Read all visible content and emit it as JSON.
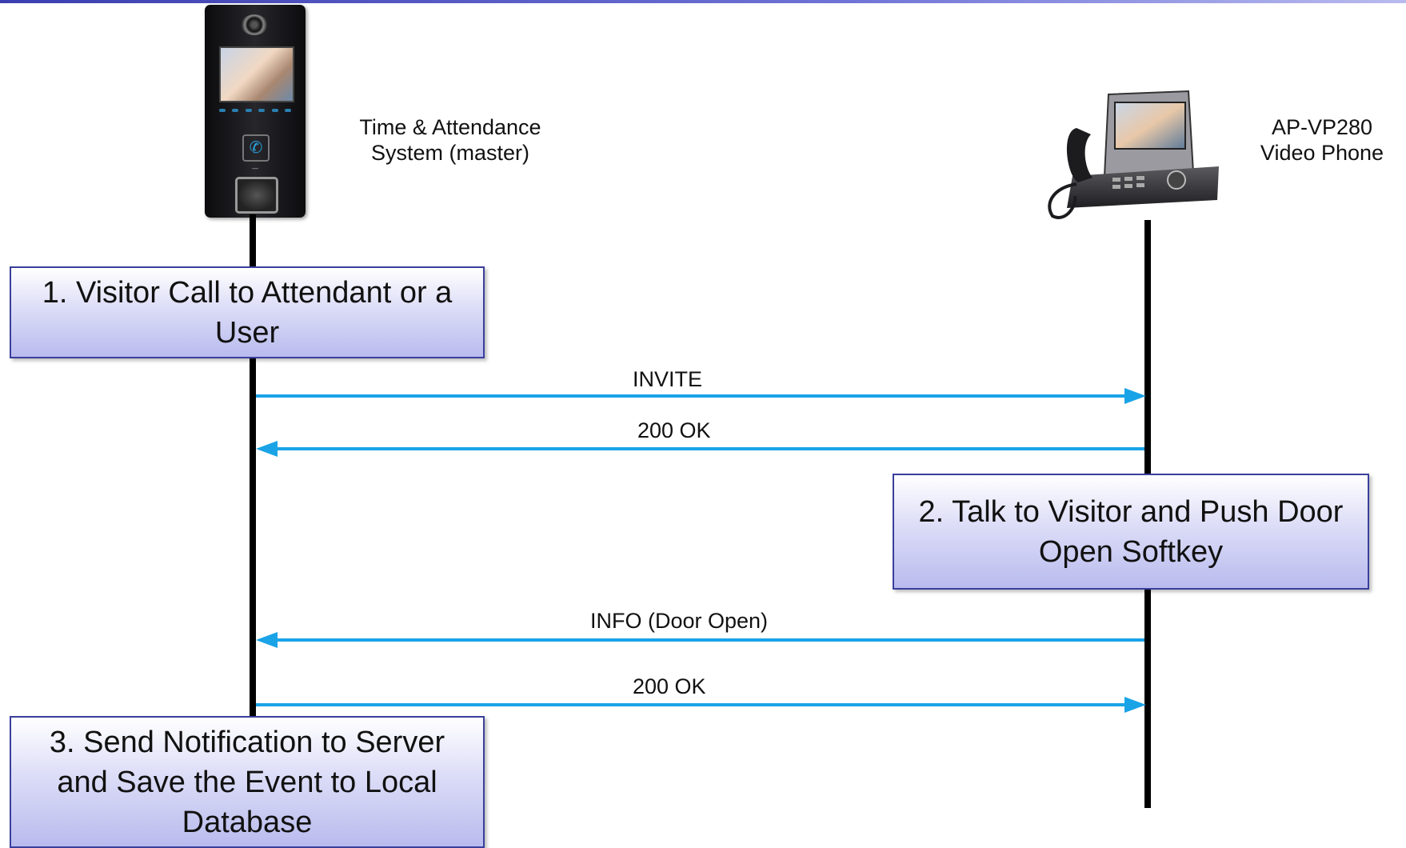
{
  "devices": {
    "left": {
      "name_line1": "Time & Attendance",
      "name_line2": "System (master)",
      "icon": "time-attendance-terminal-icon"
    },
    "right": {
      "name_line1": "AP-VP280",
      "name_line2": "Video Phone",
      "icon": "video-phone-icon"
    }
  },
  "steps": {
    "step1": "1. Visitor Call to Attendant or a User",
    "step2": "2. Talk to Visitor and Push Door Open Softkey",
    "step3": "3. Send Notification to Server and Save the Event to Local Database"
  },
  "messages": {
    "m1": "INVITE",
    "m2": "200 OK",
    "m3": "INFO (Door Open)",
    "m4": "200 OK"
  },
  "colors": {
    "arrow": "#1aa3e6",
    "box_border": "#3a3f9c",
    "box_fill": "#c9cbf2",
    "lifeline": "#000000"
  }
}
